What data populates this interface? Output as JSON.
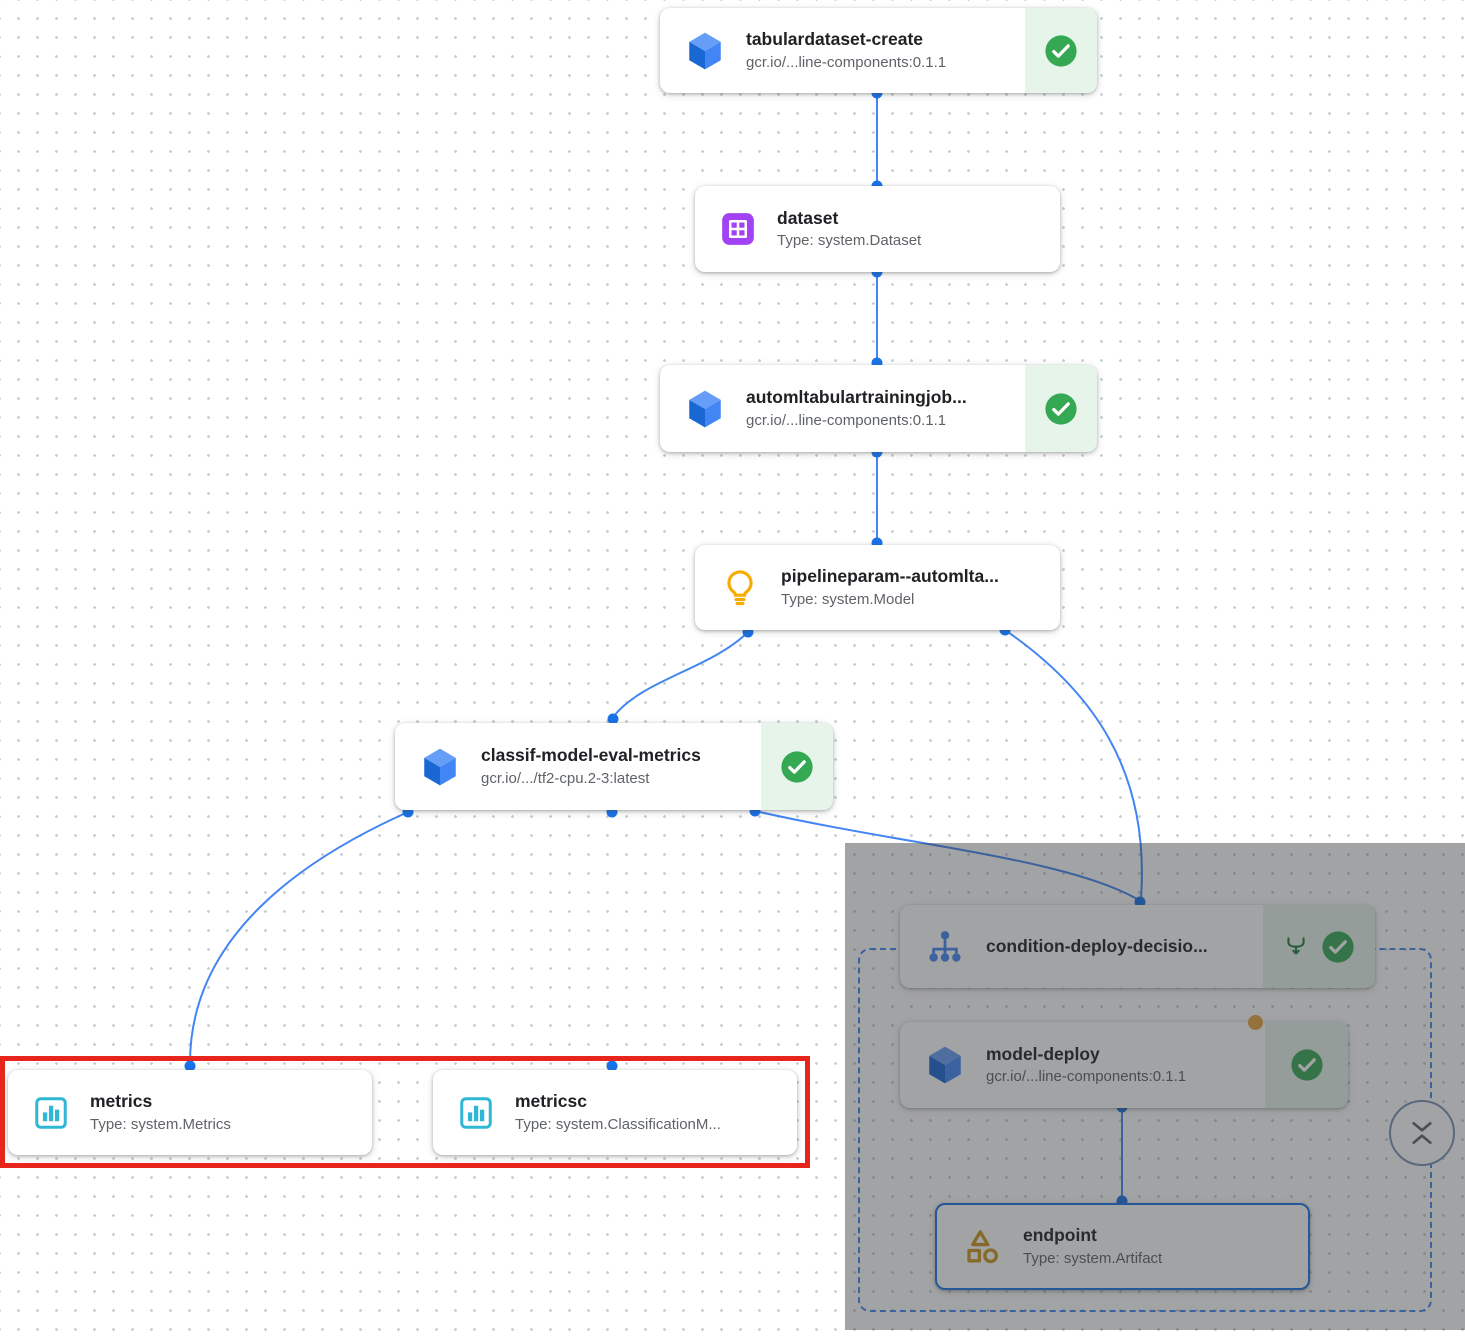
{
  "graph": {
    "nodes": {
      "tabulardataset_create": {
        "title": "tabulardataset-create",
        "subtitle": "gcr.io/...line-components:0.1.1",
        "icon": "cube-icon",
        "status": "succeeded"
      },
      "dataset": {
        "title": "dataset",
        "subtitle": "Type: system.Dataset",
        "icon": "dataset-icon"
      },
      "automltabulartrainingjob": {
        "title": "automltabulartrainingjob...",
        "subtitle": "gcr.io/...line-components:0.1.1",
        "icon": "cube-icon",
        "status": "succeeded"
      },
      "pipelineparam_model": {
        "title": "pipelineparam--automlta...",
        "subtitle": "Type: system.Model",
        "icon": "lightbulb-icon"
      },
      "classif_model_eval_metrics": {
        "title": "classif-model-eval-metrics",
        "subtitle": "gcr.io/.../tf2-cpu.2-3:latest",
        "icon": "cube-icon",
        "status": "succeeded"
      },
      "metrics": {
        "title": "metrics",
        "subtitle": "Type: system.Metrics",
        "icon": "metrics-icon"
      },
      "metricsc": {
        "title": "metricsc",
        "subtitle": "Type: system.ClassificationM...",
        "icon": "metrics-icon"
      },
      "condition_deploy_decision": {
        "title": "condition-deploy-decisio...",
        "icon": "condition-tree-icon",
        "status": "succeeded"
      },
      "model_deploy": {
        "title": "model-deploy",
        "subtitle": "gcr.io/...line-components:0.1.1",
        "icon": "cube-icon",
        "status": "succeeded"
      },
      "endpoint": {
        "title": "endpoint",
        "subtitle": "Type: system.Artifact",
        "icon": "endpoint-shapes-icon"
      }
    },
    "colors": {
      "edge_blue": "#4285f4",
      "dot_blue": "#1a73e8",
      "success_green": "#34a853",
      "success_badge_bg": "#e6f4ea",
      "artifact_purple": "#a142f4",
      "model_amber": "#f9ab00",
      "metrics_cyan": "#2fb8d6",
      "endpoint_gold": "#c9971c",
      "highlight_red": "#e8251c",
      "pending_orange": "#e8a33d"
    },
    "controls": {
      "expand_toggle_icon": "unfold-less-icon"
    }
  }
}
